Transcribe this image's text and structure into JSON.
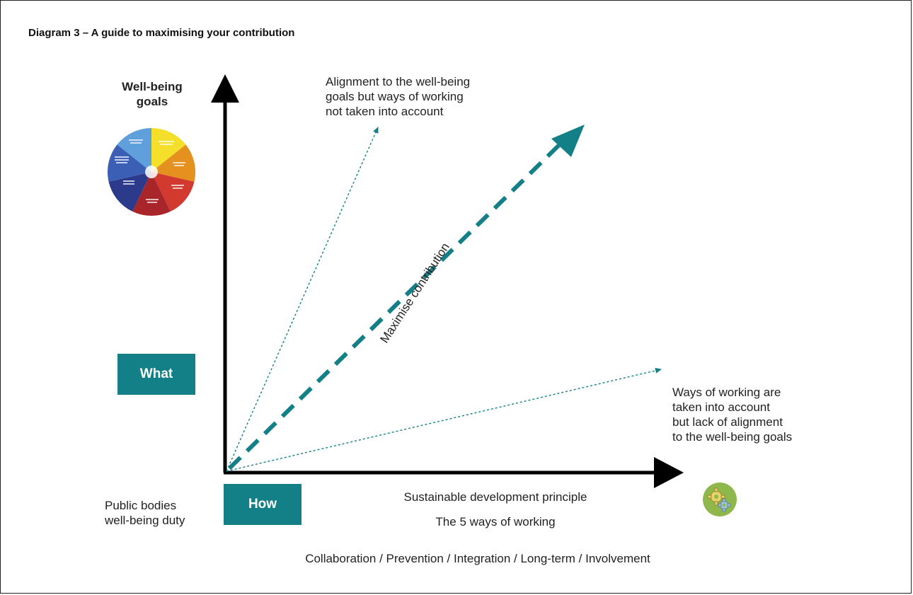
{
  "title": "Diagram 3 – A guide to maximising your contribution",
  "y_axis_label": [
    "Well-being",
    "goals"
  ],
  "goals_wheel": {
    "colors": [
      "#f4df2b",
      "#e4911f",
      "#d23a2f",
      "#a8262a",
      "#2c3a8c",
      "#3a5fb5",
      "#5e9fdc"
    ],
    "center_color": "#ffffff"
  },
  "what_label": "What",
  "how_label": "How",
  "public_bodies": [
    "Public bodies",
    "well-being duty"
  ],
  "x_axis_label": "Sustainable development principle",
  "five_ways": "The 5 ways of working",
  "ways_list": "Collaboration / Prevention / Integration / Long-term / Involvement",
  "goals_only_text": [
    "Alignment to the well-being",
    "goals but ways of working",
    "not taken into account"
  ],
  "ways_only_text": [
    "Ways of working are",
    "taken into account",
    "but lack of alignment",
    "to the well-being goals"
  ],
  "maximise_label": "Maximise contribution",
  "colors": {
    "teal": "#137f87",
    "axis": "#000000",
    "gear_bg": "#8fb84c"
  },
  "icons": {
    "gear": "gear-icon",
    "wheel": "well-being-goals-wheel-icon"
  }
}
